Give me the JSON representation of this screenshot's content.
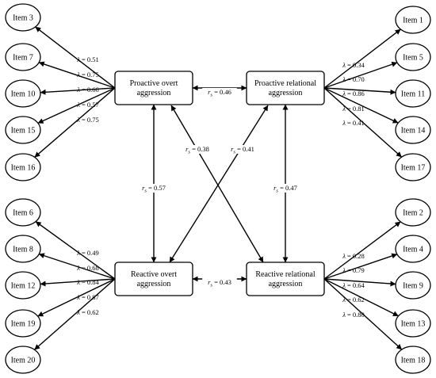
{
  "factors": {
    "proactive_overt": [
      "Proactive overt",
      "aggression"
    ],
    "proactive_relational": [
      "Proactive relational",
      "aggression"
    ],
    "reactive_overt": [
      "Reactive overt",
      "aggression"
    ],
    "reactive_relational": [
      "Reactive relational",
      "aggression"
    ]
  },
  "items": {
    "left_top": [
      "Item 3",
      "Item 7",
      "Item 10",
      "Item 15",
      "Item 16"
    ],
    "right_top": [
      "Item 1",
      "Item 5",
      "Item 11",
      "Item 14",
      "Item 17"
    ],
    "left_bottom": [
      "Item 6",
      "Item 8",
      "Item 12",
      "Item 19",
      "Item 20"
    ],
    "right_bottom": [
      "Item 2",
      "Item 4",
      "Item 9",
      "Item 13",
      "Item 18"
    ]
  },
  "loadings": {
    "left_top": [
      "0.51",
      "0.75",
      "0.66",
      "0.57",
      "0.75"
    ],
    "right_top": [
      "0.34",
      "0.70",
      "0.86",
      "0.81",
      "0.41"
    ],
    "left_bottom": [
      "0.49",
      "0.68",
      "0.84",
      "0.87",
      "0.62"
    ],
    "right_bottom": [
      "0.28",
      "0.79",
      "0.64",
      "0.62",
      "0.80"
    ]
  },
  "correlations": {
    "po_pr": "0.46",
    "ro_rr": "0.43",
    "po_ro": "0.57",
    "pr_rr": "0.47",
    "po_rr": "0.38",
    "pr_ro": "0.41"
  },
  "symbols": {
    "lambda": "λ",
    "r": "r",
    "r_sub": "s",
    "eq": " = "
  }
}
